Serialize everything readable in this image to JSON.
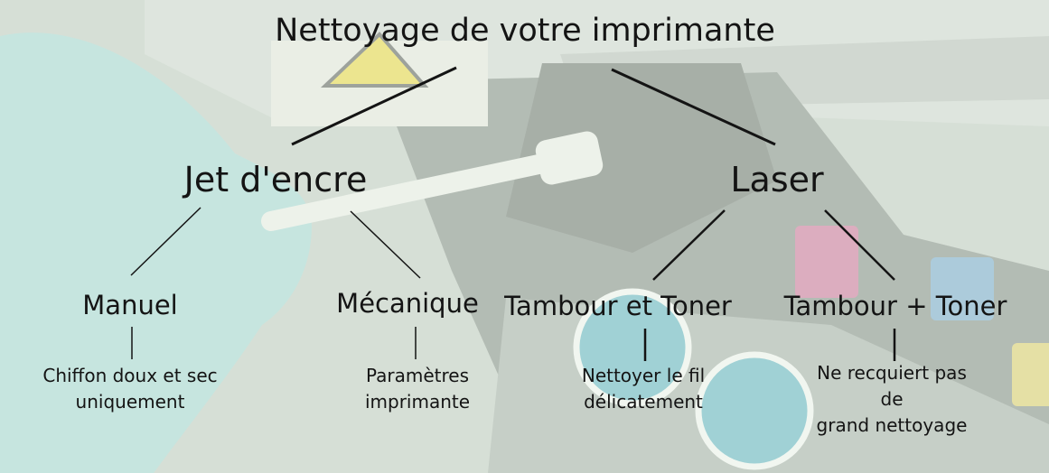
{
  "diagram": {
    "title": "Nettoyage de votre imprimante",
    "branches": [
      {
        "label": "Jet d'encre",
        "children": [
          {
            "label": "Manuel",
            "detail": "Chiffon doux et sec\nuniquement"
          },
          {
            "label": "Mécanique",
            "detail": "Paramètres\nimprimante"
          }
        ]
      },
      {
        "label": "Laser",
        "children": [
          {
            "label": "Tambour et Toner",
            "detail": "Nettoyer le fil\ndélicatement"
          },
          {
            "label": "Tambour + Toner",
            "detail": "Ne recquiert pas de\ngrand nettoyage"
          }
        ]
      }
    ]
  },
  "colors": {
    "text": "#141414",
    "connector": "#141414",
    "overlay": "#e8f0e6",
    "glove": "#8fd1d3",
    "swab": "#f4f4f0",
    "warning": "#f2d300",
    "safety_sign": "#2a9fb8"
  },
  "background_icons": [
    "hot-surface-warning-icon",
    "goggles-sign-icon",
    "gloves-sign-icon",
    "swab-icon"
  ]
}
